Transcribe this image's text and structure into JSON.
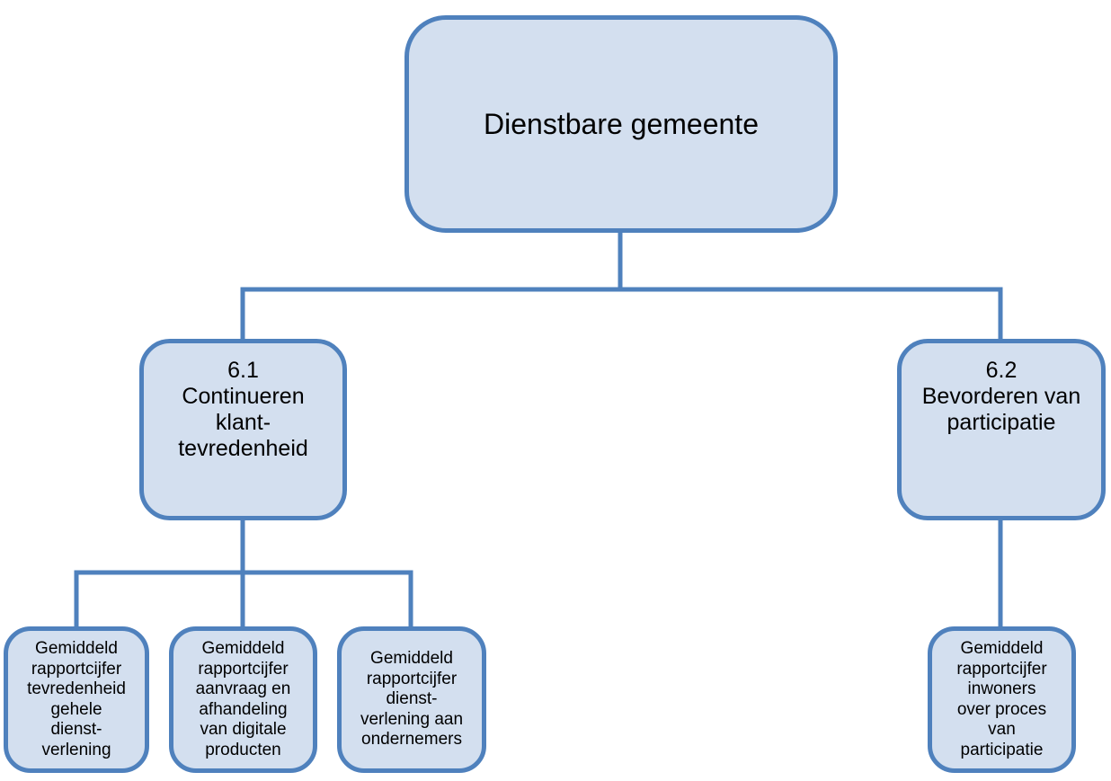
{
  "diagram": {
    "root": {
      "label": "Dienstbare gemeente"
    },
    "goals": [
      {
        "label": "6.1\nContinueren\nklant-\ntevredenheid",
        "indicators": [
          {
            "label": "Gemiddeld\nrapportcijfer\ntevredenheid\ngehele\ndienst-\nverlening"
          },
          {
            "label": "Gemiddeld\nrapportcijfer\naanvraag en\nafhandeling\nvan digitale\nproducten"
          },
          {
            "label": "Gemiddeld\nrapportcijfer\ndienst-\nverlening aan\nondernemers"
          }
        ]
      },
      {
        "label": "6.2\nBevorderen van\nparticipatie",
        "indicators": [
          {
            "label": "Gemiddeld\nrapportcijfer\ninwoners\nover proces\nvan\nparticipatie"
          }
        ]
      }
    ],
    "colors": {
      "box_fill": "#d3dfef",
      "box_border": "#4f81bd",
      "connector": "#4f81bd",
      "text": "#000000"
    }
  }
}
